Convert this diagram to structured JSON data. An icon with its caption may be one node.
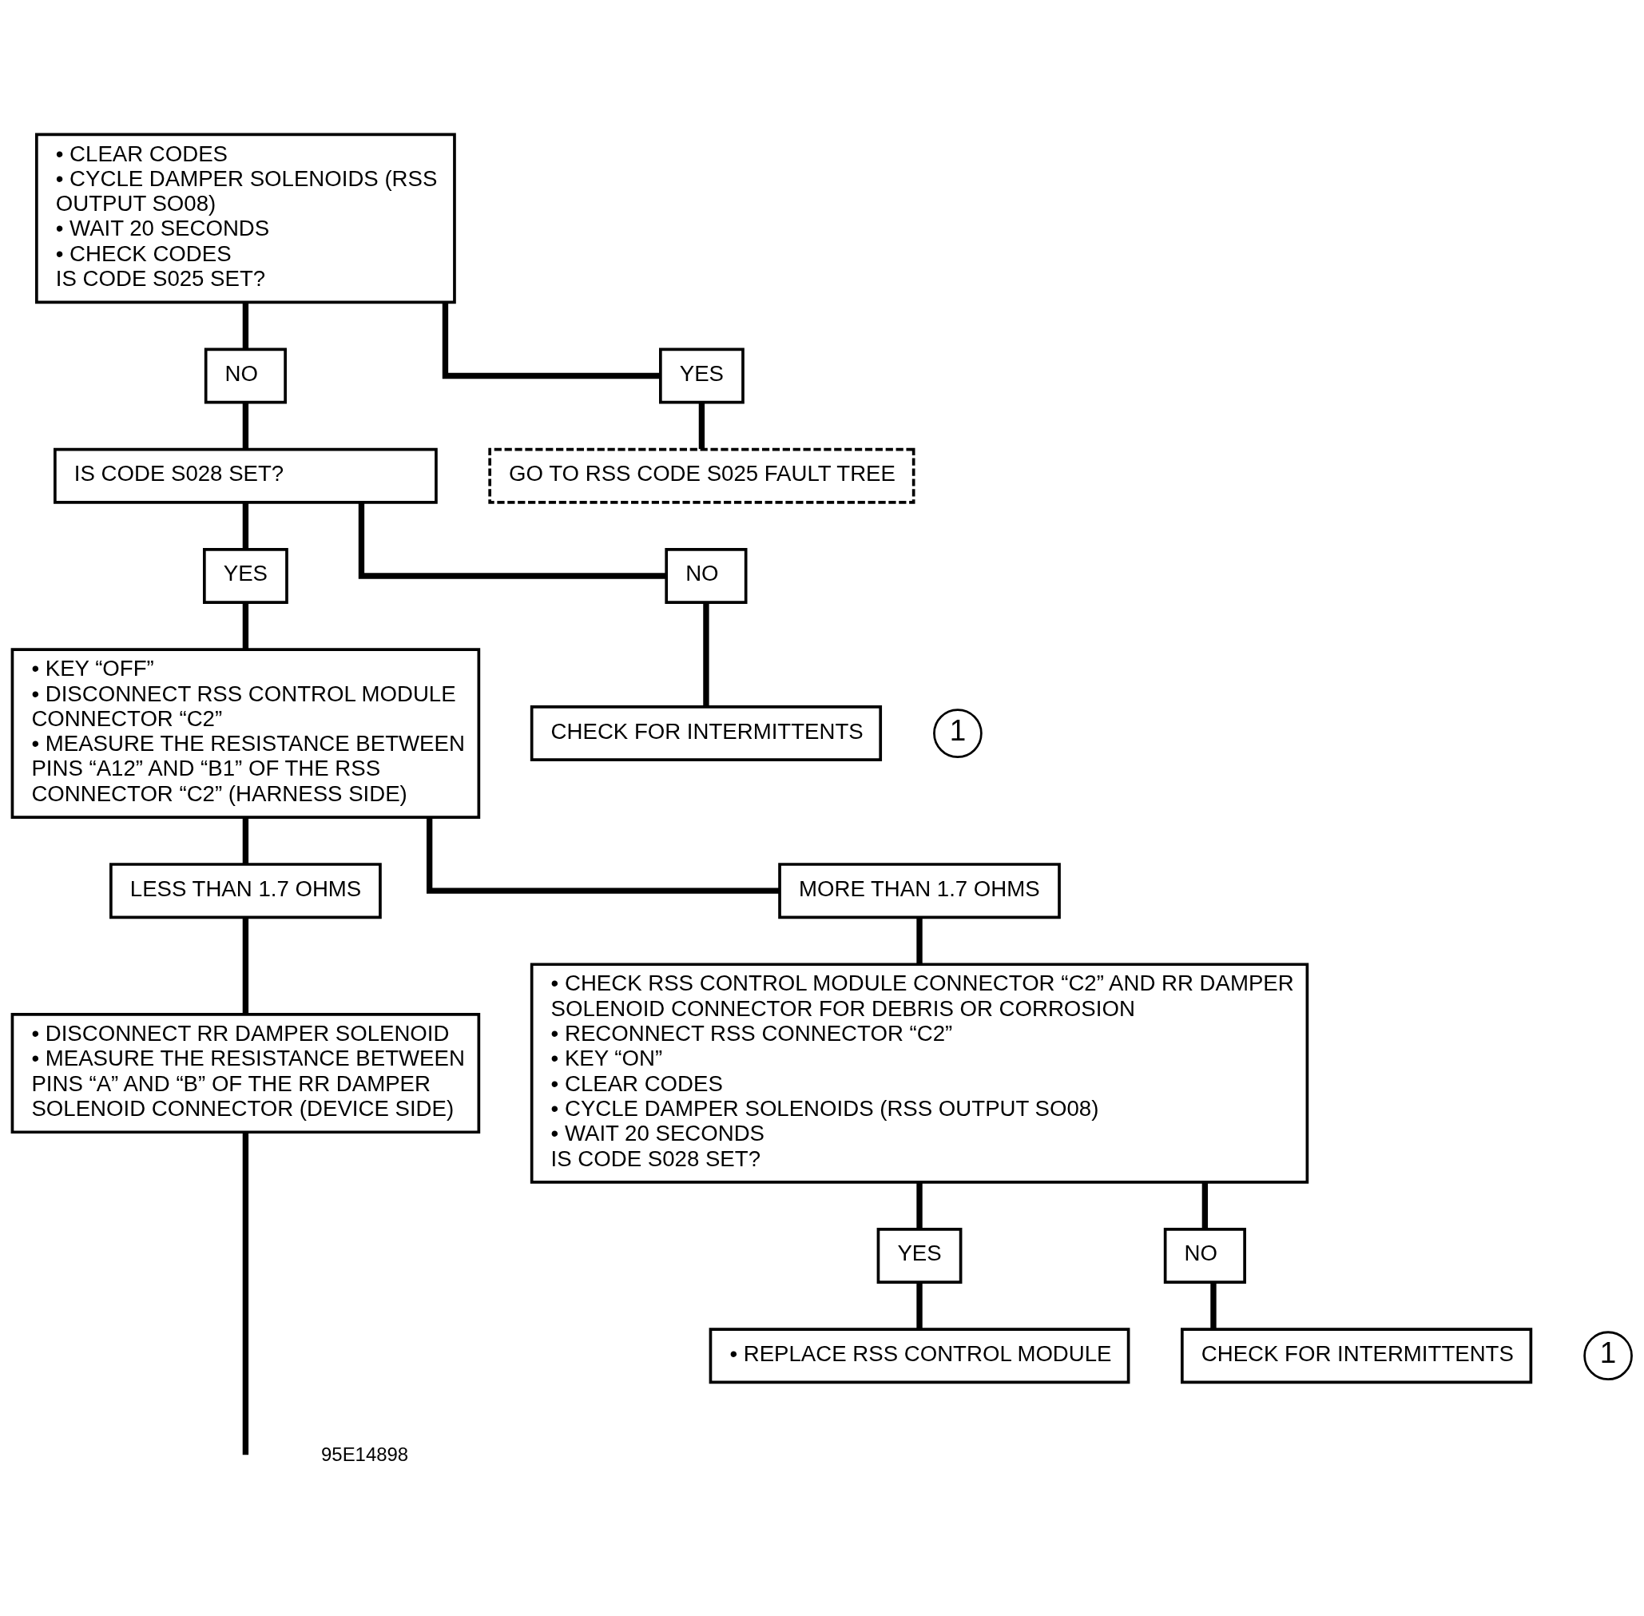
{
  "diagram": {
    "nodes": [
      {
        "text": [
          "• CLEAR CODES",
          "• CYCLE DAMPER SOLENOIDS (RSS OUTPUT SO08)",
          "• WAIT 20 SECONDS",
          "• CHECK CODES",
          "IS CODE S025 SET?"
        ]
      },
      {
        "text": [
          "NO"
        ]
      },
      {
        "text": [
          "YES"
        ]
      },
      {
        "text": [
          "IS CODE S028 SET?"
        ]
      },
      {
        "text": [
          "GO TO RSS CODE S025 FAULT TREE"
        ]
      },
      {
        "text": [
          "YES"
        ]
      },
      {
        "text": [
          "NO"
        ]
      },
      {
        "text": [
          "• KEY “OFF”",
          "• DISCONNECT RSS CONTROL MODULE CONNECTOR “C2”",
          "• MEASURE THE RESISTANCE BETWEEN PINS “A12” AND “B1” OF THE RSS CONNECTOR “C2” (HARNESS SIDE)"
        ]
      },
      {
        "text": [
          "CHECK FOR INTERMITTENTS"
        ]
      },
      {
        "text": [
          "1"
        ]
      },
      {
        "text": [
          "LESS THAN 1.7 OHMS"
        ]
      },
      {
        "text": [
          "MORE THAN 1.7 OHMS"
        ]
      },
      {
        "text": [
          "• DISCONNECT RR DAMPER SOLENOID",
          "• MEASURE THE RESISTANCE BETWEEN PINS “A” AND “B” OF THE RR DAMPER SOLENOID CONNECTOR (DEVICE SIDE)"
        ]
      },
      {
        "text": [
          "• CHECK RSS CONTROL MODULE CONNECTOR “C2” AND RR DAMPER SOLENOID CONNECTOR FOR DEBRIS OR CORROSION",
          "• RECONNECT RSS CONNECTOR “C2”",
          "• KEY “ON”",
          "• CLEAR CODES",
          "• CYCLE DAMPER SOLENOIDS (RSS OUTPUT SO08)",
          "• WAIT 20 SECONDS",
          "IS CODE S028 SET?"
        ]
      },
      {
        "text": [
          "YES"
        ]
      },
      {
        "text": [
          "NO"
        ]
      },
      {
        "text": [
          "• REPLACE RSS CONTROL MODULE"
        ]
      },
      {
        "text": [
          "CHECK FOR INTERMITTENTS"
        ]
      },
      {
        "text": [
          "1"
        ]
      }
    ],
    "edges": [
      {
        "from": 0,
        "to": 1,
        "arrow": "none"
      },
      {
        "from": 0,
        "to": 2,
        "arrow": "none"
      },
      {
        "from": 1,
        "to": 3,
        "arrow": "none"
      },
      {
        "from": 2,
        "to": 4,
        "arrow": "none"
      },
      {
        "from": 3,
        "to": 5,
        "arrow": "none"
      },
      {
        "from": 3,
        "to": 6,
        "arrow": "none"
      },
      {
        "from": 5,
        "to": 7,
        "arrow": "none"
      },
      {
        "from": 6,
        "to": 8,
        "arrow": "none"
      },
      {
        "from": 7,
        "to": 10,
        "arrow": "none"
      },
      {
        "from": 7,
        "to": 11,
        "arrow": "none"
      },
      {
        "from": 10,
        "to": 12,
        "arrow": "none"
      },
      {
        "from": 11,
        "to": 13,
        "arrow": "none"
      },
      {
        "from": 13,
        "to": 14,
        "arrow": "none"
      },
      {
        "from": 13,
        "to": 15,
        "arrow": "none"
      },
      {
        "from": 14,
        "to": 16,
        "arrow": "none"
      },
      {
        "from": 15,
        "to": 17,
        "arrow": "none"
      },
      {
        "from": 12,
        "to": null,
        "arrow": "none"
      }
    ],
    "labels": [
      "95E14898"
    ]
  }
}
